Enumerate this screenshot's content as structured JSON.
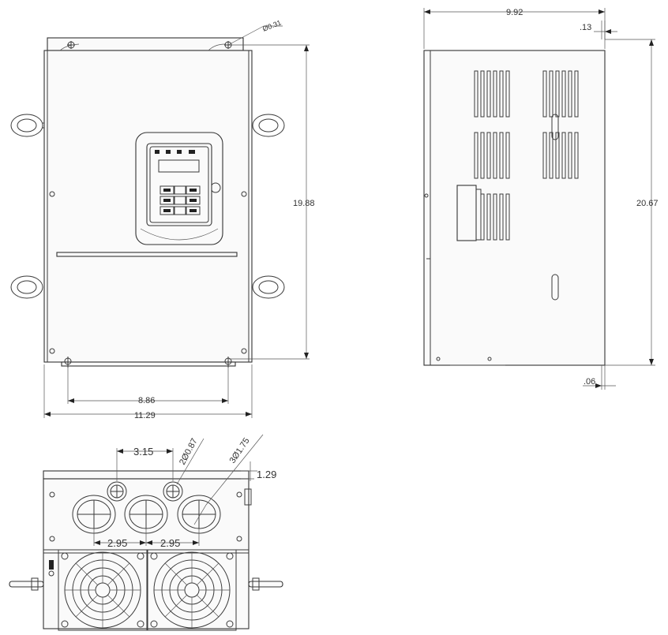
{
  "front_view": {
    "hole_dia": "Ø0.31",
    "height": "19.88",
    "mount_width": "8.86",
    "overall_width": "11.29"
  },
  "side_view": {
    "depth": "9.92",
    "top_offset": ".13",
    "overall_height": "20.67",
    "bottom_offset": ".06"
  },
  "bottom_view": {
    "hole_spacing_top": "3.15",
    "small_holes": "2Ø0.87",
    "large_holes": "3Ø1.75",
    "flange": "1.29",
    "large_spacing_left": "2.95",
    "large_spacing_right": "2.95"
  },
  "colors": {
    "line": "#3a3a3a",
    "background": "#ffffff"
  }
}
